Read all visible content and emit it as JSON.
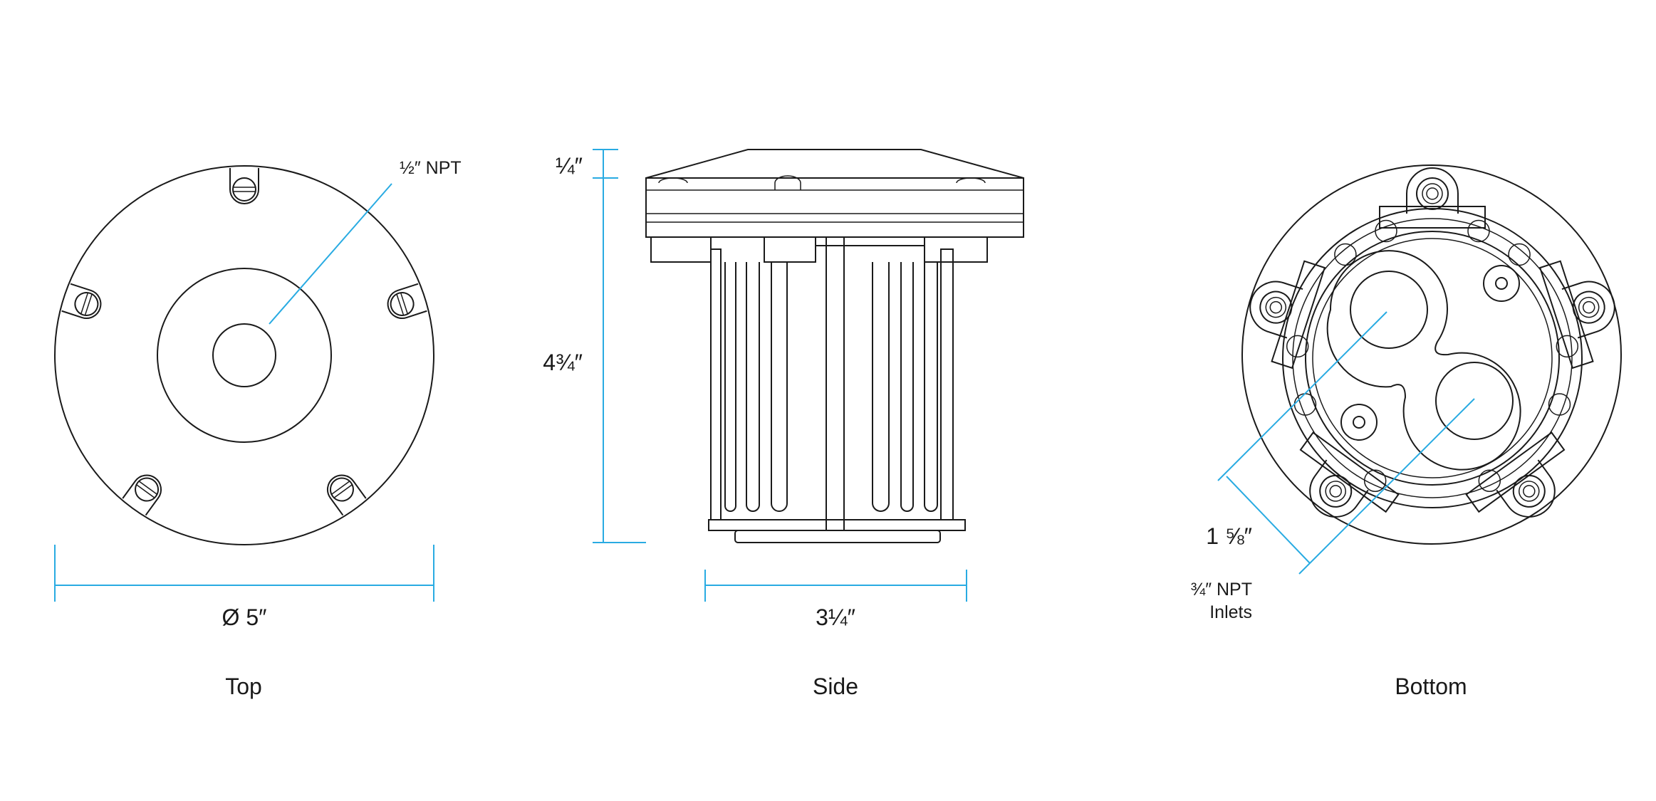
{
  "accent_color": "#29abe2",
  "top_view": {
    "callout": "½″ NPT",
    "diameter": "Ø 5″",
    "caption": "Top"
  },
  "side_view": {
    "top_height": "¼″",
    "body_height": "4¾″",
    "width": "3¼″",
    "caption": "Side"
  },
  "bottom_view": {
    "inlet_spacing": "1 ⅝″",
    "inlet_label_line1": "¾″ NPT",
    "inlet_label_line2": "Inlets",
    "caption": "Bottom"
  }
}
